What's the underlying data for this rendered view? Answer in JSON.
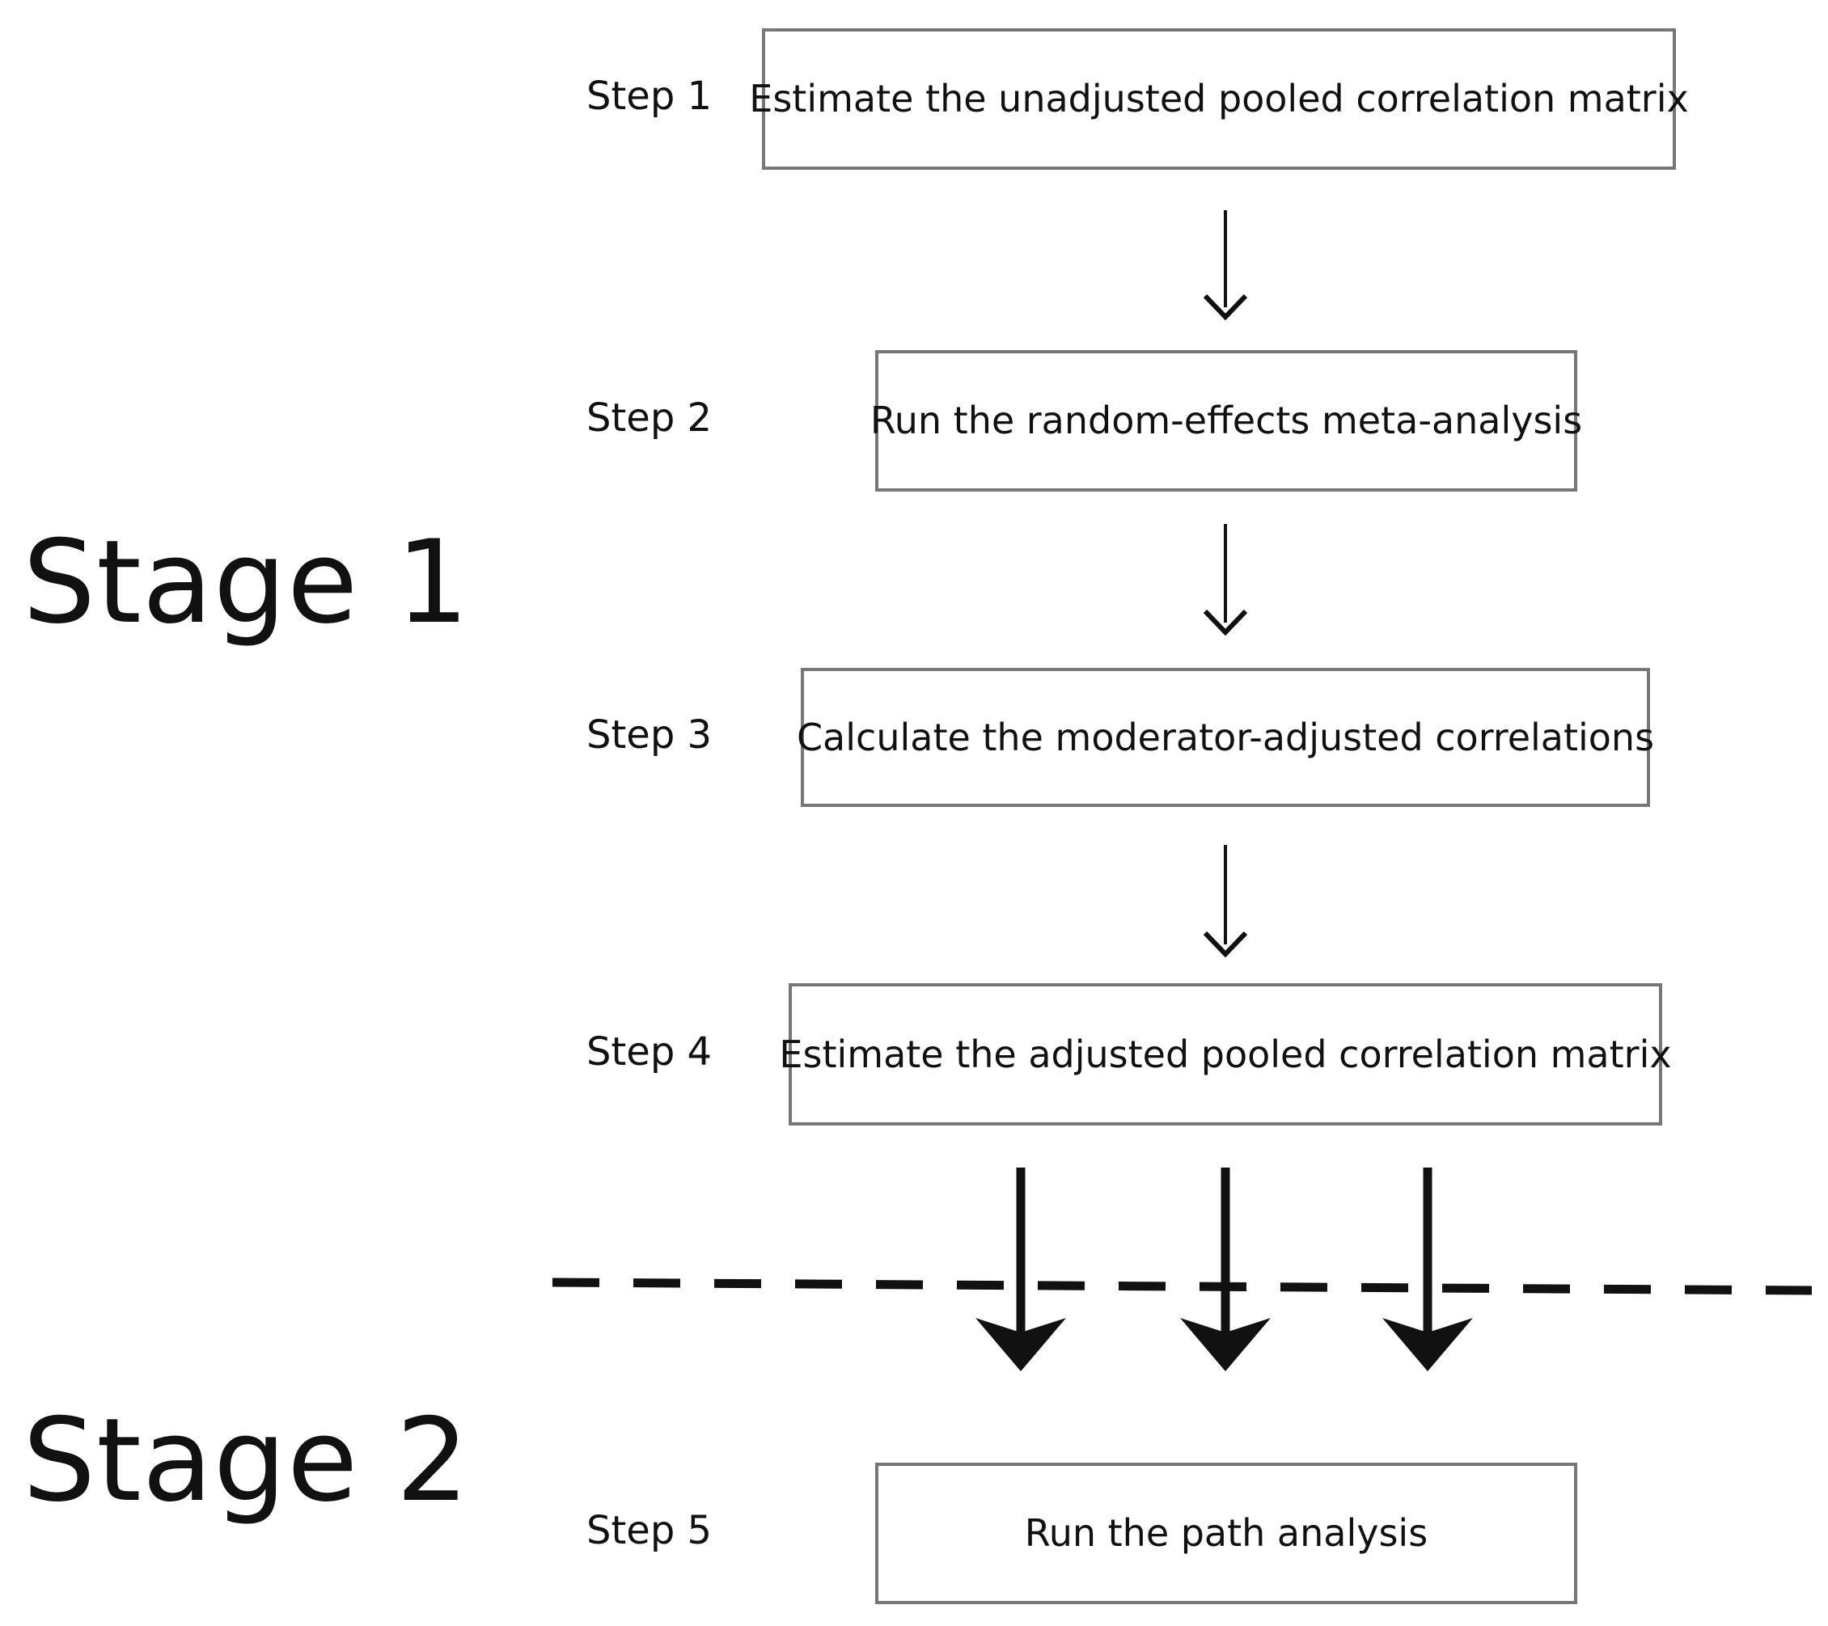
{
  "stages": [
    {
      "label": "Stage 1"
    },
    {
      "label": "Stage 2"
    }
  ],
  "steps": [
    {
      "label": "Step 1",
      "text": "Estimate the unadjusted pooled correlation matrix"
    },
    {
      "label": "Step 2",
      "text": "Run the random-effects meta-analysis"
    },
    {
      "label": "Step 3",
      "text": "Calculate the moderator-adjusted correlations"
    },
    {
      "label": "Step 4",
      "text": "Estimate the adjusted pooled correlation matrix"
    },
    {
      "label": "Step 5",
      "text": "Run the path analysis"
    }
  ]
}
